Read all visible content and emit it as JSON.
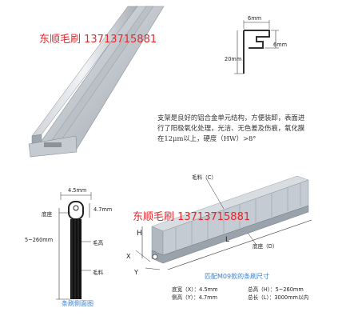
{
  "watermark_top": "东顺毛刷 13713715881",
  "watermark_mid": "东顺毛刷 13713715881",
  "profile_dims": {
    "top": "6mm",
    "right": "6mm",
    "height": "20mm"
  },
  "description": "支架是良好的铝合金单元结构，方便装卸，表面进行了阳极氧化处理，光洁、无色差及伤痕，氧化膜在12μm以上，硬度（HW）>8°",
  "side_view": {
    "width": "4.5mm",
    "base_label": "底座",
    "base_dim": "4.7mm",
    "bristle_label": "毛高",
    "length_dim": "5~260mm",
    "material_label": "毛料",
    "caption": "条刷侧面图"
  },
  "brush_3d": {
    "bristle_label": "毛料（C）",
    "base_label": "底座（D）",
    "h": "H",
    "l": "L",
    "x": "X",
    "y": "Y"
  },
  "caption_main": "匹配M09款的条刷尺寸",
  "specs": {
    "width": "底宽（X）：4.5mm",
    "height": "总高（H）：5~260mm",
    "side": "侧高（Y）：4.7mm",
    "length": "总长（L）：3000mm以内"
  }
}
